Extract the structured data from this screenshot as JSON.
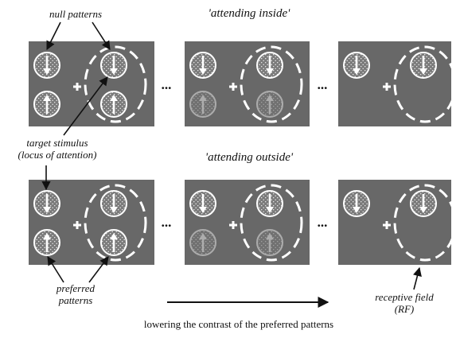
{
  "headers": {
    "top": "'attending inside'",
    "bottom": "'attending outside'"
  },
  "annotations": {
    "null_patterns": "null patterns",
    "target_line1": "target stimulus",
    "target_line2": "(locus of attention)",
    "preferred_line1": "preferred",
    "preferred_line2": "patterns",
    "rf_line1": "receptive field",
    "rf_line2": "(RF)"
  },
  "ellipsis": "...",
  "caption": "lowering the contrast of the preferred patterns",
  "conditions": {
    "attending_inside": {
      "target": "right-null",
      "preferred_contrast": [
        1.0,
        0.45,
        0.0
      ]
    },
    "attending_outside": {
      "target": "left-null",
      "preferred_contrast": [
        1.0,
        0.45,
        0.0
      ]
    }
  },
  "colors": {
    "background": "#686868",
    "stimulus_ring": "#ffffff",
    "rf_dashed": "#ffffff",
    "text": "#111111"
  }
}
